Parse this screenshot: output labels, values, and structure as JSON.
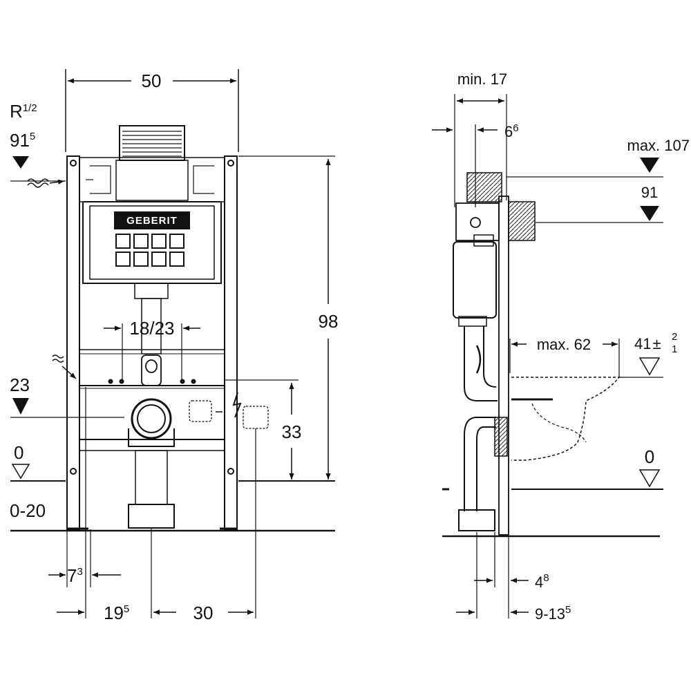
{
  "brand": {
    "logo": "GEBERIT"
  },
  "front_view": {
    "width": "50",
    "supply": {
      "thread": "R",
      "thread_fraction": "1/2",
      "height": "91",
      "height_sup": "5"
    },
    "inlet_height": "23",
    "zero_level": "0",
    "floor_range": "0-20",
    "total_height": "98",
    "fixing_spacing": "18/23",
    "socket_height": "33",
    "leg_offset": "7",
    "leg_offset_sup": "3",
    "drain_offset": "19",
    "drain_offset_sup": "5",
    "socket_offset": "30"
  },
  "side_view": {
    "min_depth": "min. 17",
    "pipe_offset": "6",
    "pipe_offset_sup": "6",
    "max_height": "max. 107",
    "cistern_height": "91",
    "max_projection": "max. 62",
    "pan_height": "41",
    "tol_plus": "2",
    "tol_minus": "1",
    "tol_sign": "±",
    "zero_level": "0",
    "frame_depth": "4",
    "frame_depth_sup": "8",
    "wall_range": "9-13",
    "wall_range_sup": "5"
  }
}
